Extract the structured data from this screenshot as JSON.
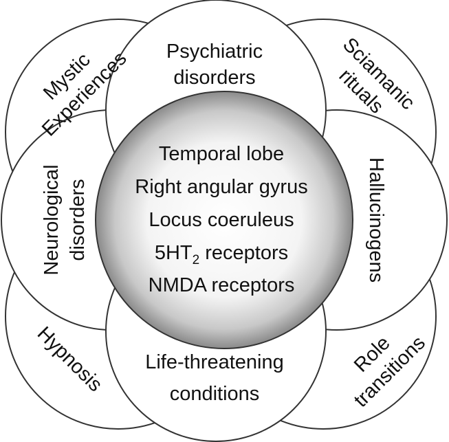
{
  "outer": {
    "top": [
      "Psychiatric",
      "disorders"
    ],
    "bottom": [
      "Life-threatening",
      "conditions"
    ],
    "left": [
      "Neurological",
      "disorders"
    ],
    "right": [
      "Hallucinogens"
    ],
    "top_left": [
      "Mystic",
      "Experiences"
    ],
    "top_right": [
      "Sciamanic",
      "rituals"
    ],
    "bottom_left": [
      "Hypnosis"
    ],
    "bottom_right": [
      "Role",
      "transitions"
    ]
  },
  "center": {
    "lines": [
      "Temporal lobe",
      "Right angular gyrus",
      "Locus coeruleus",
      "NMDA receptors"
    ],
    "receptor_prefix": "5HT",
    "receptor_sub": "2",
    "receptor_suffix": " receptors"
  },
  "colors": {
    "center_light": "#ffffff",
    "center_dark": "#8a8a8a",
    "outline": "#333333"
  }
}
